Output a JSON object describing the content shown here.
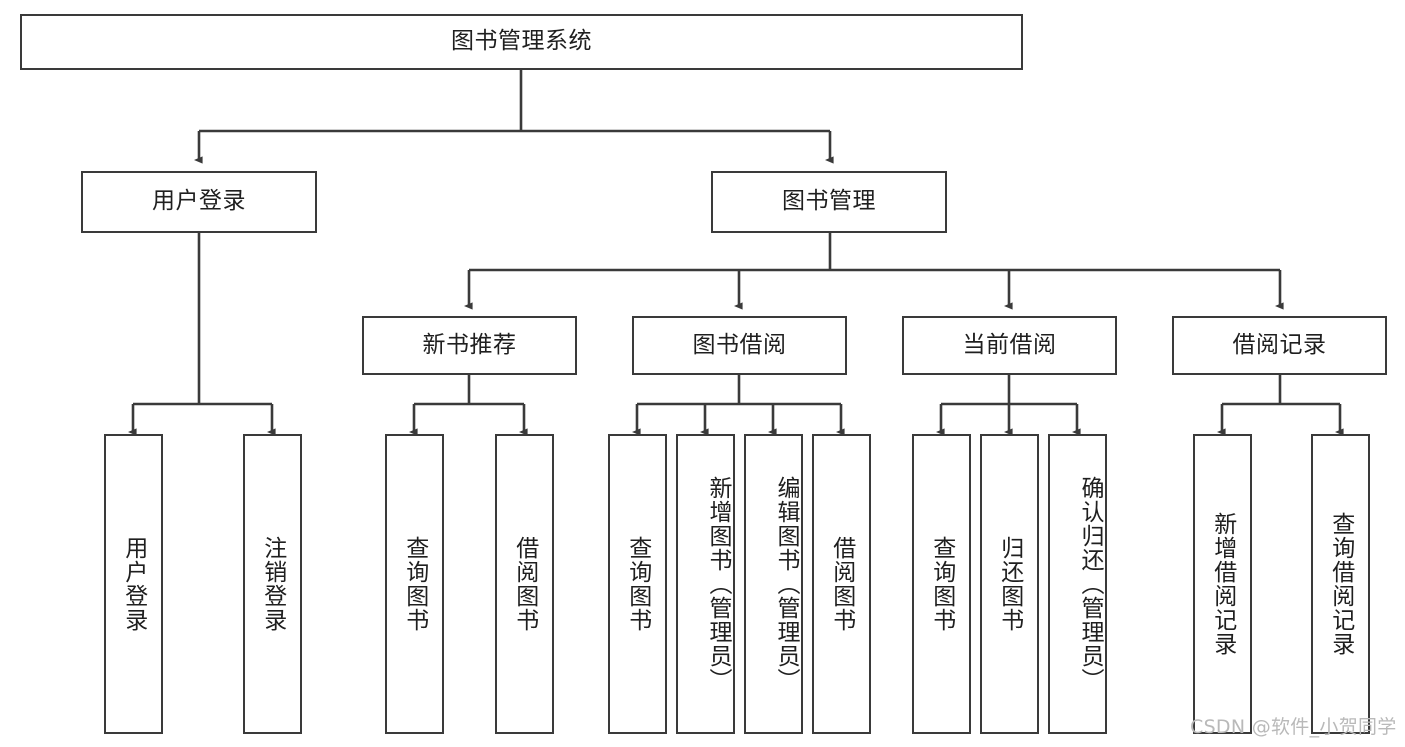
{
  "diagram": {
    "title_node": {
      "label": "图书管理系统"
    },
    "level2": [
      {
        "label": "用户登录"
      },
      {
        "label": "图书管理"
      }
    ],
    "level3": [
      {
        "label": "新书推荐"
      },
      {
        "label": "图书借阅"
      },
      {
        "label": "当前借阅"
      },
      {
        "label": "借阅记录"
      }
    ],
    "leaves": [
      {
        "label": "用户登录",
        "parent": "用户登录"
      },
      {
        "label": "注销登录",
        "parent": "用户登录"
      },
      {
        "label": "查询图书",
        "parent": "新书推荐"
      },
      {
        "label": "借阅图书",
        "parent": "新书推荐"
      },
      {
        "label": "查询图书",
        "parent": "图书借阅"
      },
      {
        "label": "新增图书（管理员）",
        "parent": "图书借阅"
      },
      {
        "label": "编辑图书（管理员）",
        "parent": "图书借阅"
      },
      {
        "label": "借阅图书",
        "parent": "图书借阅"
      },
      {
        "label": "查询图书",
        "parent": "当前借阅"
      },
      {
        "label": "归还图书",
        "parent": "当前借阅"
      },
      {
        "label": "确认归还（管理员）",
        "parent": "当前借阅"
      },
      {
        "label": "新增借阅记录",
        "parent": "借阅记录"
      },
      {
        "label": "查询借阅记录",
        "parent": "借阅记录"
      }
    ],
    "watermark": "CSDN @软件_小贺同学",
    "colors": {
      "stroke": "#3a3a3a",
      "background": "#ffffff",
      "text": "#1f1f1f",
      "watermark": "#b9b9b9"
    }
  }
}
